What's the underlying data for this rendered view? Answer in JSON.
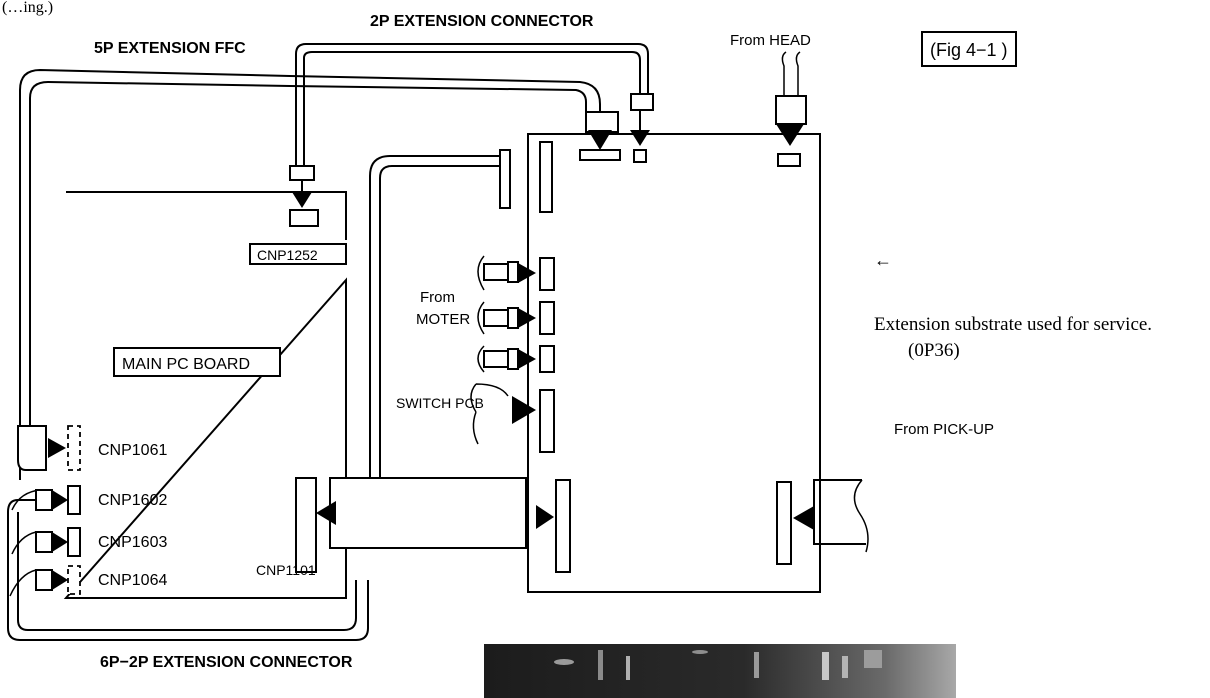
{
  "top_left_fragment": "(…ing.)",
  "fig_label": "(Fig 4−1 )",
  "labels": {
    "ext_2p": "2P EXTENSION CONNECTOR",
    "ffc_5p": "5P EXTENSION FFC",
    "from_head": "From HEAD",
    "cnp1252": "CNP1252",
    "from_moter_1": "From",
    "from_moter_2": "MOTER",
    "main_pc_board": "MAIN PC BOARD",
    "switch_pcb": "SWITCH  PCB",
    "ext_substrate_arrow": "←",
    "ext_substrate_1": "Extension substrate used for service.",
    "ext_substrate_2": "(0P36)",
    "from_pickup": "From PICK-UP",
    "cnp1061": "CNP1061",
    "cnp1602": "CNP1602",
    "cnp1603": "CNP1603",
    "cnp1064": "CNP1064",
    "cnp1101": "CNP1101",
    "ext_6p_2p": "6P−2P EXTENSION CONNECTOR"
  }
}
